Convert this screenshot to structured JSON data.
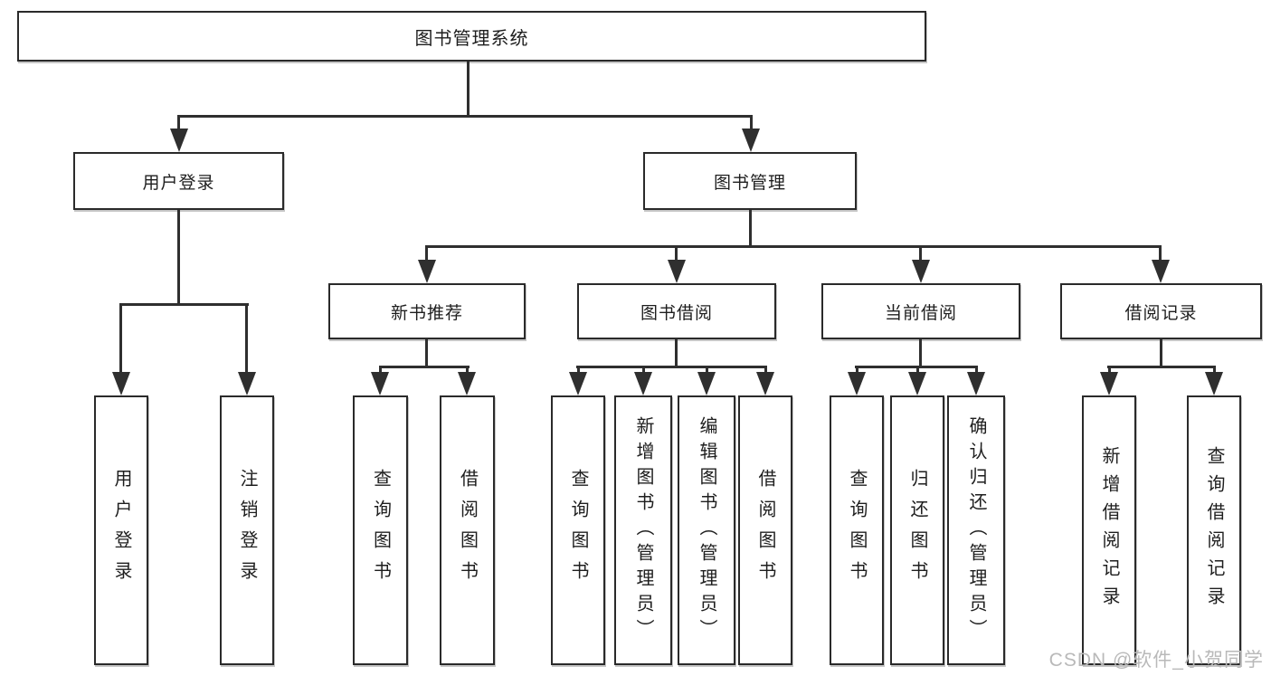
{
  "nodes": {
    "root": {
      "label": "图书管理系统"
    },
    "user_login": {
      "label": "用户登录"
    },
    "book_mgmt": {
      "label": "图书管理"
    },
    "new_book_rec": {
      "label": "新书推荐"
    },
    "book_borrow": {
      "label": "图书借阅"
    },
    "current_borrow": {
      "label": "当前借阅"
    },
    "borrow_records": {
      "label": "借阅记录"
    },
    "leaf_user_login": {
      "label": "用户登录"
    },
    "leaf_logout": {
      "label": "注销登录"
    },
    "leaf_query_book_1": {
      "label": "查询图书"
    },
    "leaf_borrow_book_1": {
      "label": "借阅图书"
    },
    "leaf_query_book_2": {
      "label": "查询图书"
    },
    "leaf_add_book": {
      "label": "新增图书（管理员）"
    },
    "leaf_edit_book": {
      "label": "编辑图书（管理员）"
    },
    "leaf_borrow_book_2": {
      "label": "借阅图书"
    },
    "leaf_query_book_3": {
      "label": "查询图书"
    },
    "leaf_return_book": {
      "label": "归还图书"
    },
    "leaf_confirm_return": {
      "label": "确认归还（管理员）"
    },
    "leaf_add_record": {
      "label": "新增借阅记录"
    },
    "leaf_query_record": {
      "label": "查询借阅记录"
    }
  },
  "watermark": {
    "text": "CSDN @软件_小贺同学"
  },
  "colors": {
    "line": "#2f2f2f",
    "border": "#2a2a2a",
    "text": "#1e1e1e",
    "watermark": "#b9b9b9",
    "background": "#ffffff"
  }
}
